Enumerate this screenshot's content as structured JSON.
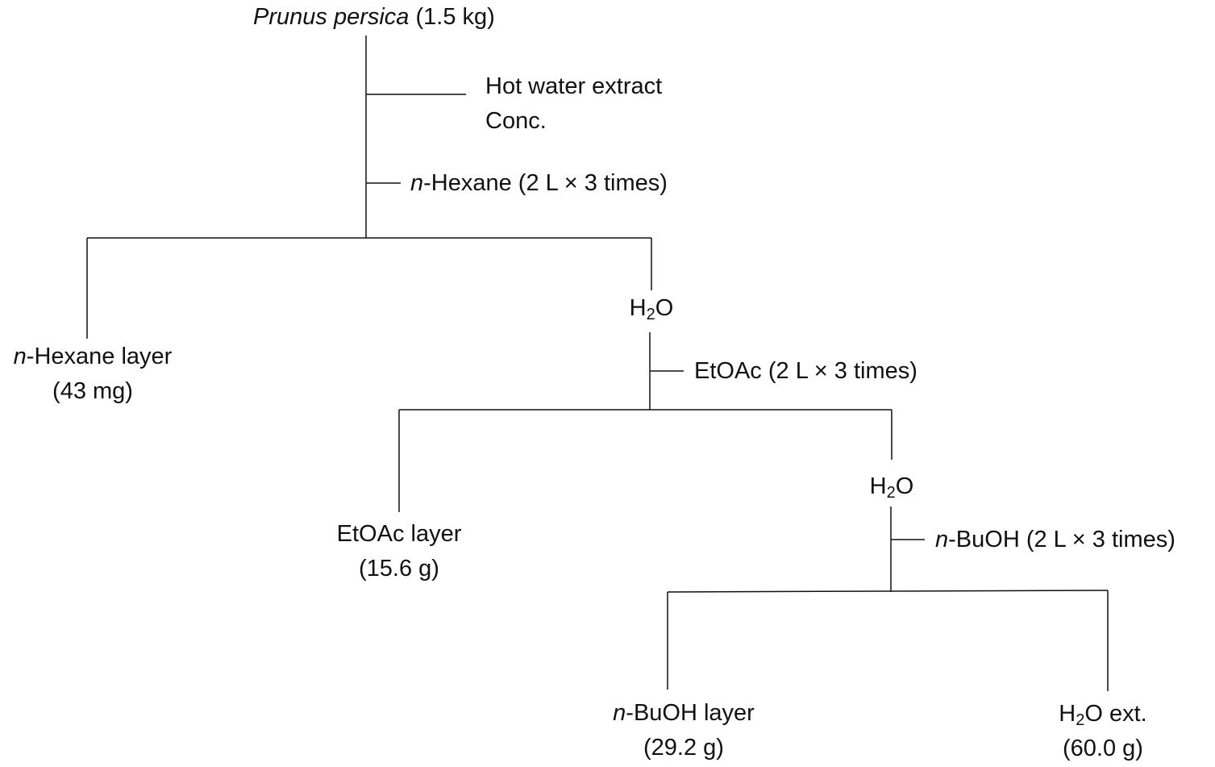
{
  "start": {
    "name": "Prunus persica",
    "amount": "(1.5 kg)"
  },
  "step_hot_water": {
    "line1": "Hot water extract",
    "line2": "Conc."
  },
  "step_hexane": {
    "prefix": "n",
    "text": "-Hexane (2 L × 3 times)"
  },
  "hexane_layer": {
    "prefix": "n",
    "name": "-Hexane layer",
    "amount": "(43 mg)"
  },
  "water_1": {
    "h": "H",
    "sub": "2",
    "o": "O"
  },
  "step_etoac": {
    "text": "EtOAc (2 L × 3 times)"
  },
  "etoac_layer": {
    "name": "EtOAc layer",
    "amount": "(15.6 g)"
  },
  "water_2": {
    "h": "H",
    "sub": "2",
    "o": "O"
  },
  "step_buoh": {
    "prefix": "n",
    "text": "-BuOH (2 L × 3 times)"
  },
  "buoh_layer": {
    "prefix": "n",
    "name": "-BuOH layer",
    "amount": "(29.2 g)"
  },
  "water_ext": {
    "h": "H",
    "sub": "2",
    "rest": "O ext.",
    "amount": "(60.0 g)"
  }
}
